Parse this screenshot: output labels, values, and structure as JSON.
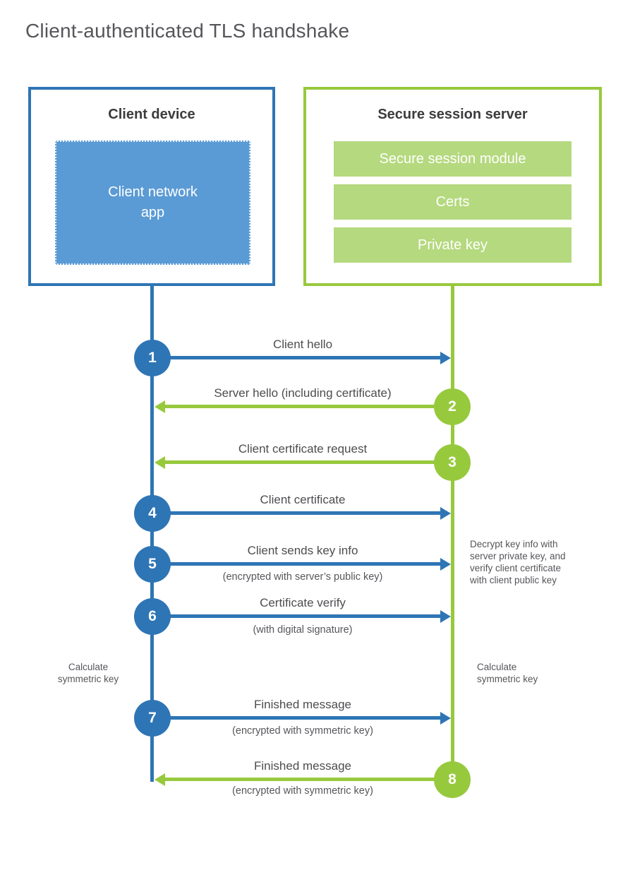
{
  "title": "Client-authenticated TLS handshake",
  "client": {
    "title": "Client device",
    "app_label": "Client network\napp"
  },
  "server": {
    "title": "Secure session server",
    "modules": [
      "Secure session module",
      "Certs",
      "Private key"
    ]
  },
  "steps": [
    {
      "num": "1",
      "label": "Client hello",
      "sub": "",
      "direction": "client-to-server"
    },
    {
      "num": "2",
      "label": "Server hello (including certificate)",
      "sub": "",
      "direction": "server-to-client"
    },
    {
      "num": "3",
      "label": "Client certificate request",
      "sub": "",
      "direction": "server-to-client"
    },
    {
      "num": "4",
      "label": "Client certificate",
      "sub": "",
      "direction": "client-to-server"
    },
    {
      "num": "5",
      "label": "Client sends key info",
      "sub": "(encrypted with server’s public key)",
      "direction": "client-to-server"
    },
    {
      "num": "6",
      "label": "Certificate verify",
      "sub": "(with digital signature)",
      "direction": "client-to-server"
    },
    {
      "num": "7",
      "label": "Finished message",
      "sub": "(encrypted with symmetric key)",
      "direction": "client-to-server"
    },
    {
      "num": "8",
      "label": "Finished message",
      "sub": "(encrypted with symmetric key)",
      "direction": "server-to-client"
    }
  ],
  "annotations": {
    "decrypt_note": "Decrypt key info with\nserver private key, and\nverify client certificate\nwith client public key",
    "calc_left": "Calculate\nsymmetric key",
    "calc_right": "Calculate\nsymmetric key"
  },
  "colors": {
    "client_primary": "#2e75b5",
    "client_fill": "#5b9bd5",
    "server_primary": "#97c93d",
    "server_fill": "#b5d97e"
  }
}
